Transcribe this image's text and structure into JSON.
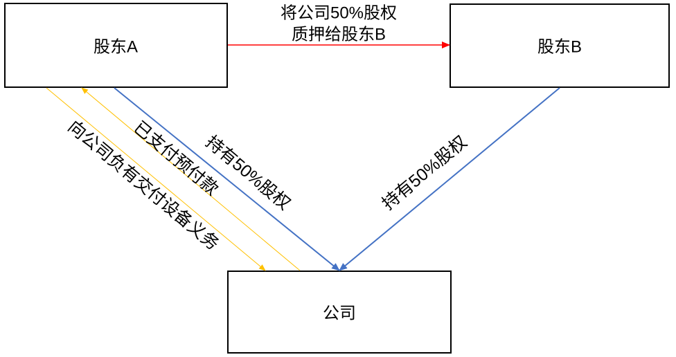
{
  "nodes": {
    "shareholder_a": {
      "label": "股东A"
    },
    "shareholder_b": {
      "label": "股东B"
    },
    "company": {
      "label": "公司"
    }
  },
  "edges": {
    "pledge": {
      "label_line1": "将公司50%股权",
      "label_line2": "质押给股东B",
      "color": "#ff0000"
    },
    "a_holds": {
      "label": "持有50%股权",
      "color": "#4472c4"
    },
    "b_holds": {
      "label": "持有50%股权",
      "color": "#4472c4"
    },
    "delivery_obligation": {
      "label": "向公司负有交付设备义务",
      "color": "#ffc000"
    },
    "prepayment": {
      "label": "已支付预付款",
      "color": "#ffc000"
    }
  },
  "colors": {
    "box_border": "#000000"
  }
}
